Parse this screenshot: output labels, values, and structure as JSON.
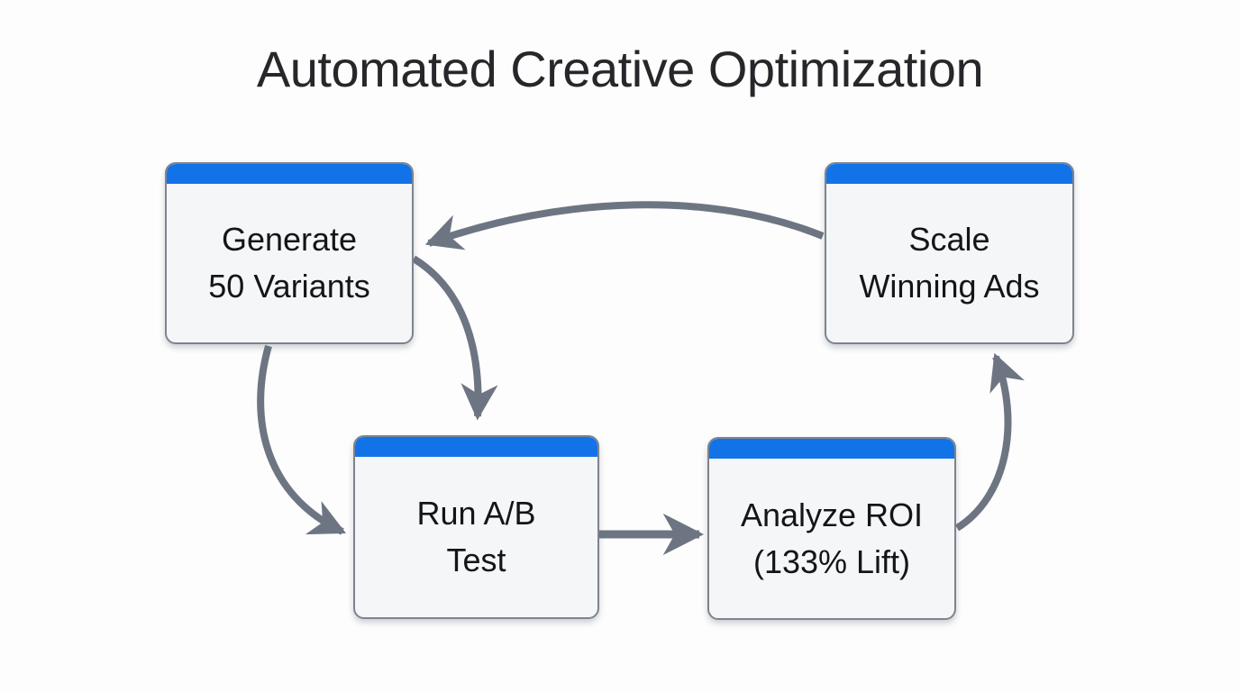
{
  "colors": {
    "background": "#fdfdfd",
    "accent_blue": "#1273e8",
    "arrow_gray": "#6e7582",
    "node_fill": "#f4f6f8",
    "node_border": "#7d848e",
    "title_text": "#27272b",
    "node_text": "#141519"
  },
  "diagram": {
    "title": "Automated Creative Optimization",
    "nodes": [
      {
        "id": "generate",
        "line1": "Generate",
        "line2": "50 Variants"
      },
      {
        "id": "scale",
        "line1": "Scale",
        "line2": "Winning Ads"
      },
      {
        "id": "run",
        "line1": "Run A/B",
        "line2": "Test"
      },
      {
        "id": "analyze",
        "line1": "Analyze ROI",
        "line2": "(133% Lift)"
      }
    ],
    "edges": [
      {
        "from": "generate",
        "to": "run",
        "via": "curve into top of Run A/B Test"
      },
      {
        "from": "generate",
        "to": "run",
        "via": "curve into left side of Run A/B Test"
      },
      {
        "from": "run",
        "to": "analyze",
        "via": "straight horizontal"
      },
      {
        "from": "analyze",
        "to": "scale",
        "via": "curve up into bottom of Scale Winning Ads"
      },
      {
        "from": "scale",
        "to": "generate",
        "via": "long arc over the top back to Generate"
      }
    ]
  }
}
